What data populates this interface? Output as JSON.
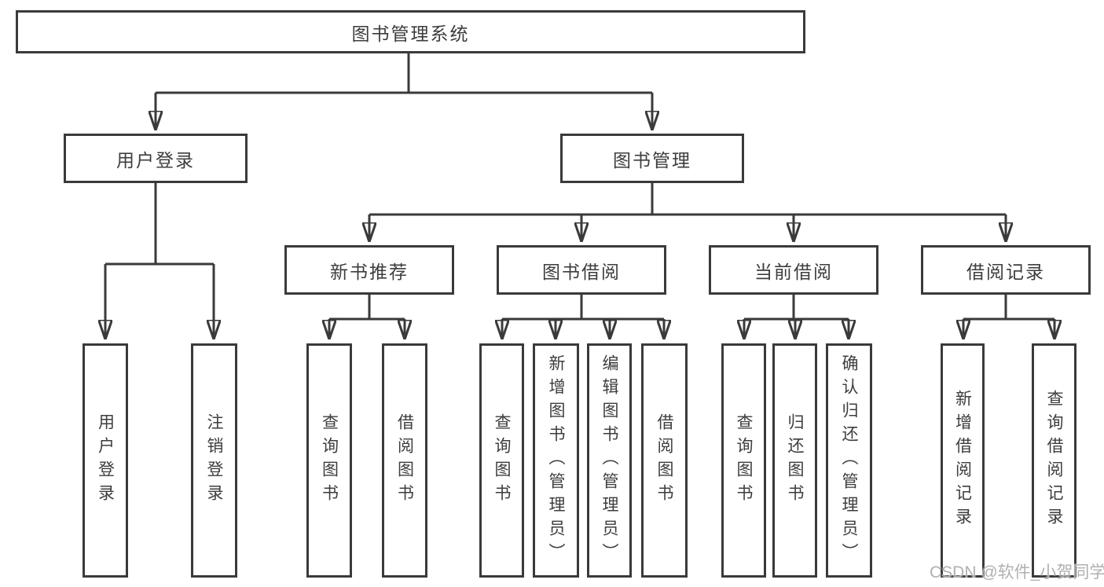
{
  "tree": {
    "root": "图书管理系统",
    "branches": [
      {
        "label": "用户登录",
        "leaves": [
          "用户登录",
          "注销登录"
        ]
      },
      {
        "label": "图书管理",
        "groups": [
          {
            "label": "新书推荐",
            "leaves": [
              "查询图书",
              "借阅图书"
            ]
          },
          {
            "label": "图书借阅",
            "leaves": [
              "查询图书",
              "新增图书（管理员）",
              "编辑图书（管理员）",
              "借阅图书"
            ]
          },
          {
            "label": "当前借阅",
            "leaves": [
              "查询图书",
              "归还图书",
              "确认归还（管理员）"
            ]
          },
          {
            "label": "借阅记录",
            "leaves": [
              "新增借阅记录",
              "查询借阅记录"
            ]
          }
        ]
      }
    ]
  },
  "watermark": "CSDN @软件_小贺同学",
  "colors": {
    "line": "#3a3a3a",
    "text": "#3d3d3d",
    "watermark": "#b0b0b0",
    "background": "#ffffff"
  }
}
